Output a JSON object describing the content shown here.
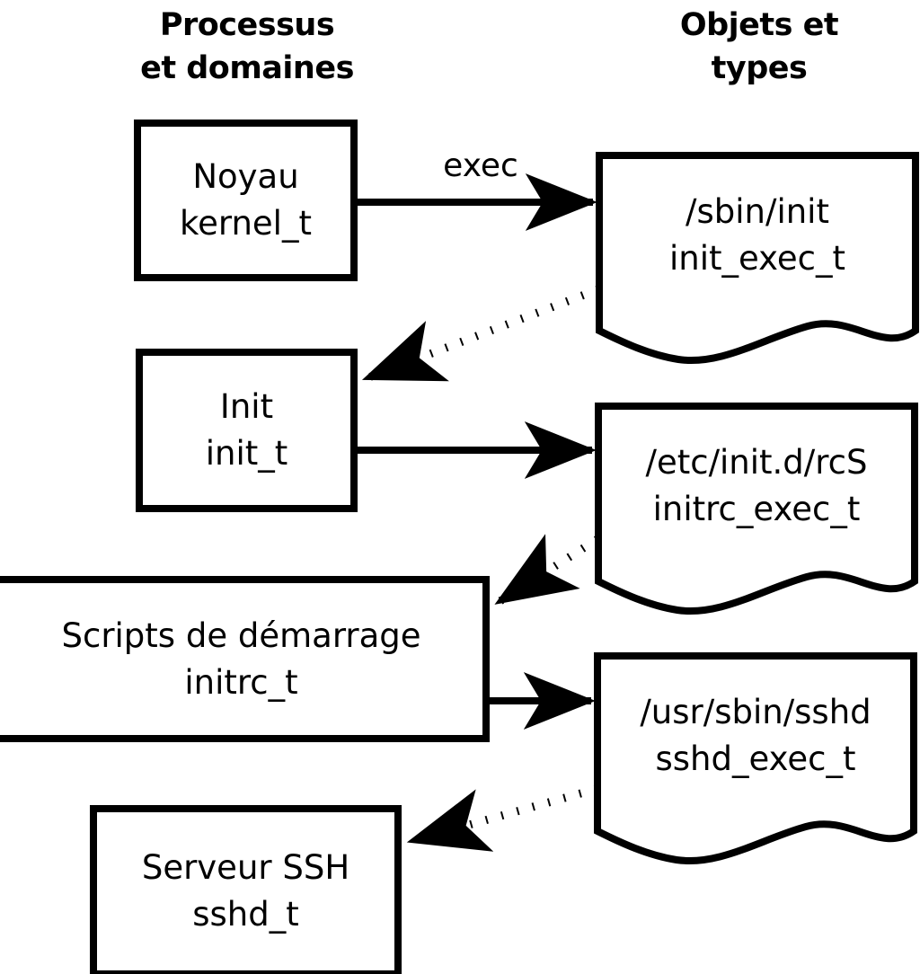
{
  "headers": {
    "left": "Processus\net domaines",
    "right": "Objets et\ntypes"
  },
  "processes": [
    {
      "id": "kernel",
      "name": "Noyau",
      "type": "kernel_t",
      "text": "Noyau\nkernel_t"
    },
    {
      "id": "init",
      "name": "Init",
      "type": "init_t",
      "text": "Init\ninit_t"
    },
    {
      "id": "initrc",
      "name": "Scripts de démarrage",
      "type": "initrc_t",
      "text": "Scripts de démarrage\ninitrc_t"
    },
    {
      "id": "sshd",
      "name": "Serveur SSH",
      "type": "sshd_t",
      "text": "Serveur SSH\nsshd_t"
    }
  ],
  "objects": [
    {
      "id": "init_exec",
      "path": "/sbin/init",
      "type": "init_exec_t",
      "text": "/sbin/init\ninit_exec_t"
    },
    {
      "id": "initrc_exec",
      "path": "/etc/init.d/rcS",
      "type": "initrc_exec_t",
      "text": "/etc/init.d/rcS\ninitrc_exec_t"
    },
    {
      "id": "sshd_exec",
      "path": "/usr/sbin/sshd",
      "type": "sshd_exec_t",
      "text": "/usr/sbin/sshd\nsshd_exec_t"
    }
  ],
  "edges": [
    {
      "id": "kernel-exec-init_exec",
      "label": "exec",
      "style": "solid",
      "from": "kernel",
      "to": "init_exec"
    },
    {
      "id": "init_exec-transition-init",
      "label": "",
      "style": "dotted",
      "from": "init_exec",
      "to": "init"
    },
    {
      "id": "init-exec-initrc_exec",
      "label": "",
      "style": "solid",
      "from": "init",
      "to": "initrc_exec"
    },
    {
      "id": "initrc_exec-transition-initrc",
      "label": "",
      "style": "dotted",
      "from": "initrc_exec",
      "to": "initrc"
    },
    {
      "id": "initrc-exec-sshd_exec",
      "label": "",
      "style": "solid",
      "from": "initrc",
      "to": "sshd_exec"
    },
    {
      "id": "sshd_exec-transition-sshd",
      "label": "",
      "style": "dotted",
      "from": "sshd_exec",
      "to": "sshd"
    }
  ],
  "colors": {
    "stroke": "#000000",
    "background": "#ffffff"
  }
}
